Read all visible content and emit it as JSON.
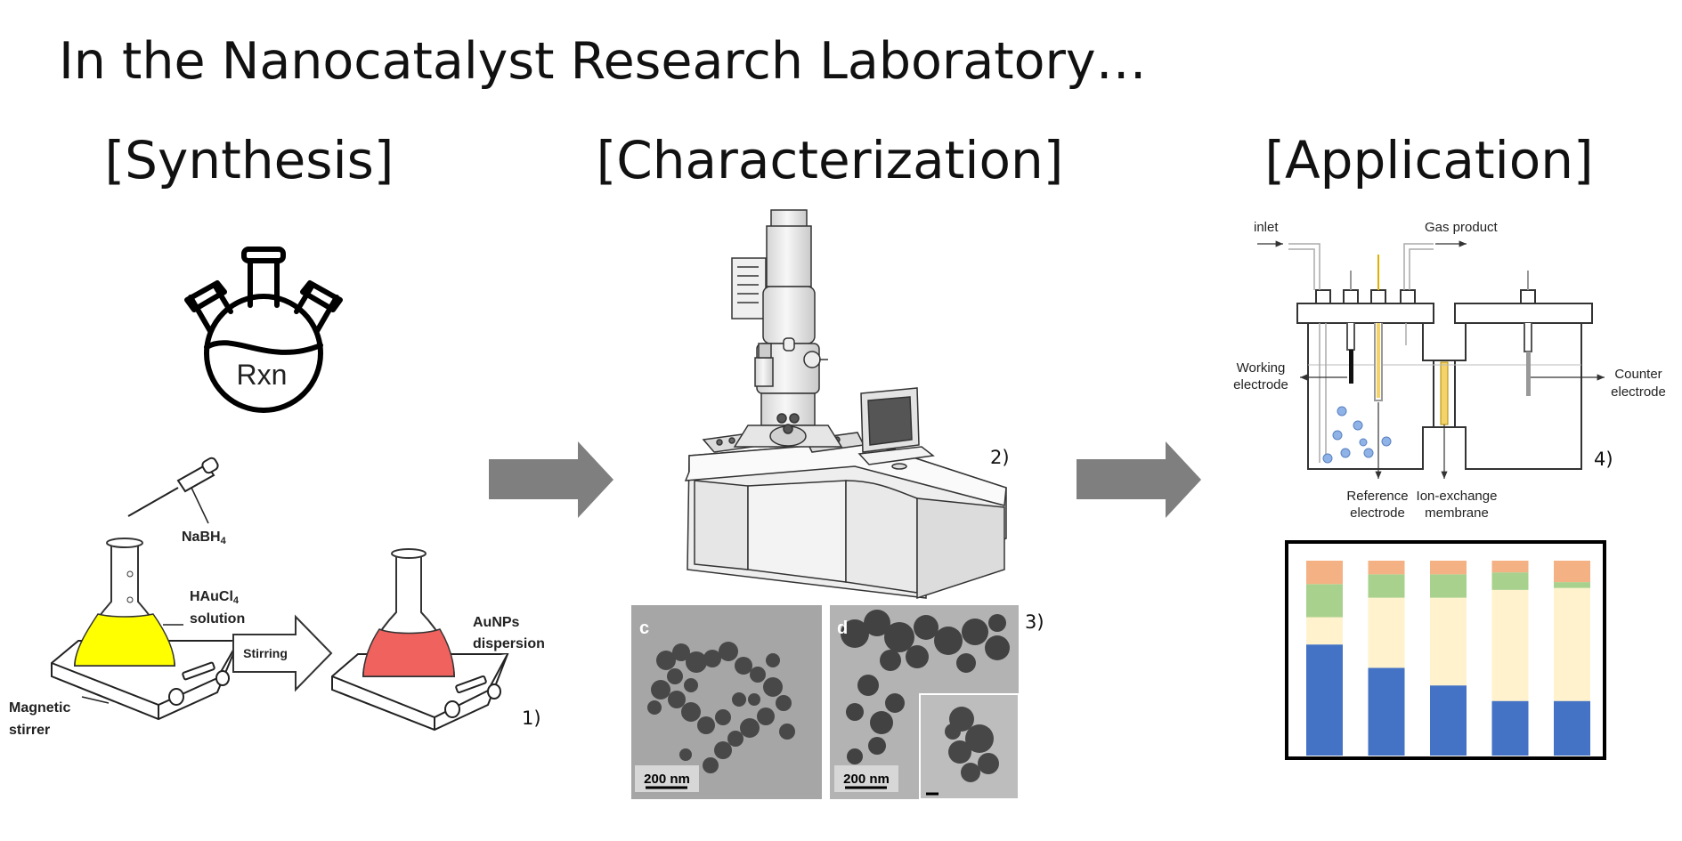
{
  "title": "In the Nanocatalyst Research Laboratory…",
  "sections": {
    "synthesis": "[Synthesis]",
    "characterization": "[Characterization]",
    "application": "[Application]"
  },
  "synthesis": {
    "flask_text": "Rxn",
    "nabh4": "NaBH",
    "nabh4_sub": "4",
    "haucl": "HAuCl",
    "haucl_sub": "4",
    "solution": "solution",
    "stirring": "Stirring",
    "aunps": "AuNPs",
    "dispersion": "dispersion",
    "magnetic": "Magnetic",
    "stirrer": "stirrer",
    "ref": "1)",
    "colors": {
      "yellow": "#ffff00",
      "red": "#f0625e"
    }
  },
  "characterization": {
    "ref_microscope": "2)",
    "ref_images": "3)",
    "panel_c": "c",
    "panel_d": "d",
    "scale_c": "200 nm",
    "scale_d": "200 nm"
  },
  "application": {
    "inlet": "inlet",
    "gas_product": "Gas product",
    "working": "Working",
    "electrode": "electrode",
    "counter": "Counter",
    "counter_electrode": "electrode",
    "reference": "Reference",
    "reference_electrode": "electrode",
    "ion_exchange": "Ion-exchange",
    "membrane": "membrane",
    "ref": "4)",
    "bubble_color": "#8fb3e6"
  },
  "arrow_color": "#7f7f7f",
  "chart_data": {
    "type": "bar",
    "stacked": true,
    "normalized": true,
    "categories": [
      "",
      "",
      "",
      "",
      ""
    ],
    "series": [
      {
        "color": "#4472c4",
        "values": [
          57,
          45,
          36,
          28,
          28
        ]
      },
      {
        "color": "#fff2cc",
        "values": [
          14,
          36,
          45,
          57,
          58
        ]
      },
      {
        "color": "#a9d18e",
        "values": [
          17,
          12,
          12,
          9,
          3
        ]
      },
      {
        "color": "#f4b183",
        "values": [
          12,
          7,
          7,
          6,
          11
        ]
      }
    ],
    "ylim": [
      0,
      100
    ],
    "grid": false,
    "axes": false
  }
}
